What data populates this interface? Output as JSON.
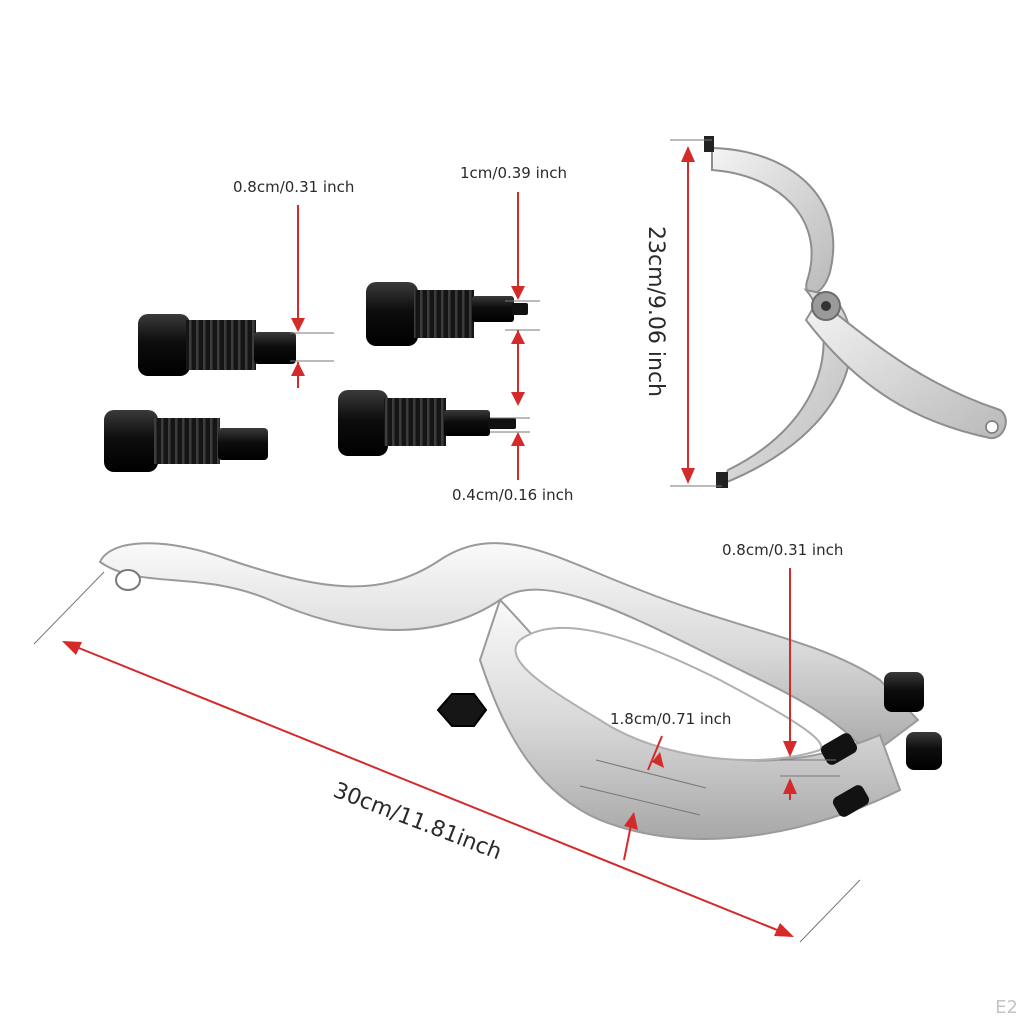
{
  "colors": {
    "background": "#ffffff",
    "dimension_line": "#d42a2a",
    "steel_light": "#f2f2f2",
    "steel_mid": "#cfcfcf",
    "steel_dark": "#8e8e8e",
    "pin_black": "#141414"
  },
  "labels": {
    "pin_diameter_left": "0.8cm/0.31 inch",
    "pin_length_right": "1cm/0.39 inch",
    "pin_tip_small": "0.4cm/0.16 inch",
    "hook_height": "23cm/9.06 inch",
    "tip_pin_diameter": "0.8cm/0.31 inch",
    "arm_width": "1.8cm/0.71 inch",
    "overall_length": "30cm/11.81inch"
  },
  "corner_code": "E2"
}
